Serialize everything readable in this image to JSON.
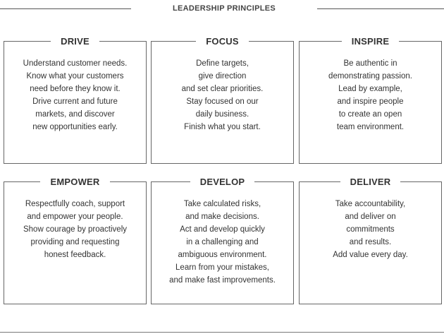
{
  "heading": "LEADERSHIP PRINCIPLES",
  "cards": [
    {
      "title": "DRIVE",
      "lines": [
        "Understand customer needs.",
        "Know what your customers",
        "need before they know it.",
        "Drive current and future",
        "markets, and discover",
        "new opportunities early."
      ]
    },
    {
      "title": "FOCUS",
      "lines": [
        "Define targets,",
        "give direction",
        "and set clear priorities.",
        "Stay focused on our",
        "daily business.",
        "Finish what you start."
      ]
    },
    {
      "title": "INSPIRE",
      "lines": [
        "Be authentic in",
        "demonstrating passion.",
        "Lead by example,",
        "and inspire people",
        "to create an open",
        "team environment."
      ]
    },
    {
      "title": "EMPOWER",
      "lines": [
        "Respectfully coach, support",
        "and empower your people.",
        "Show courage by proactively",
        "providing and requesting",
        "honest feedback."
      ]
    },
    {
      "title": "DEVELOP",
      "lines": [
        "Take calculated risks,",
        "and make decisions.",
        "Act and develop quickly",
        "in a challenging and",
        "ambiguous environment.",
        "Learn from your mistakes,",
        "and make fast improvements."
      ]
    },
    {
      "title": "DELIVER",
      "lines": [
        "Take accountability,",
        "and deliver on",
        "commitments",
        "and results.",
        "Add value every day."
      ]
    }
  ]
}
